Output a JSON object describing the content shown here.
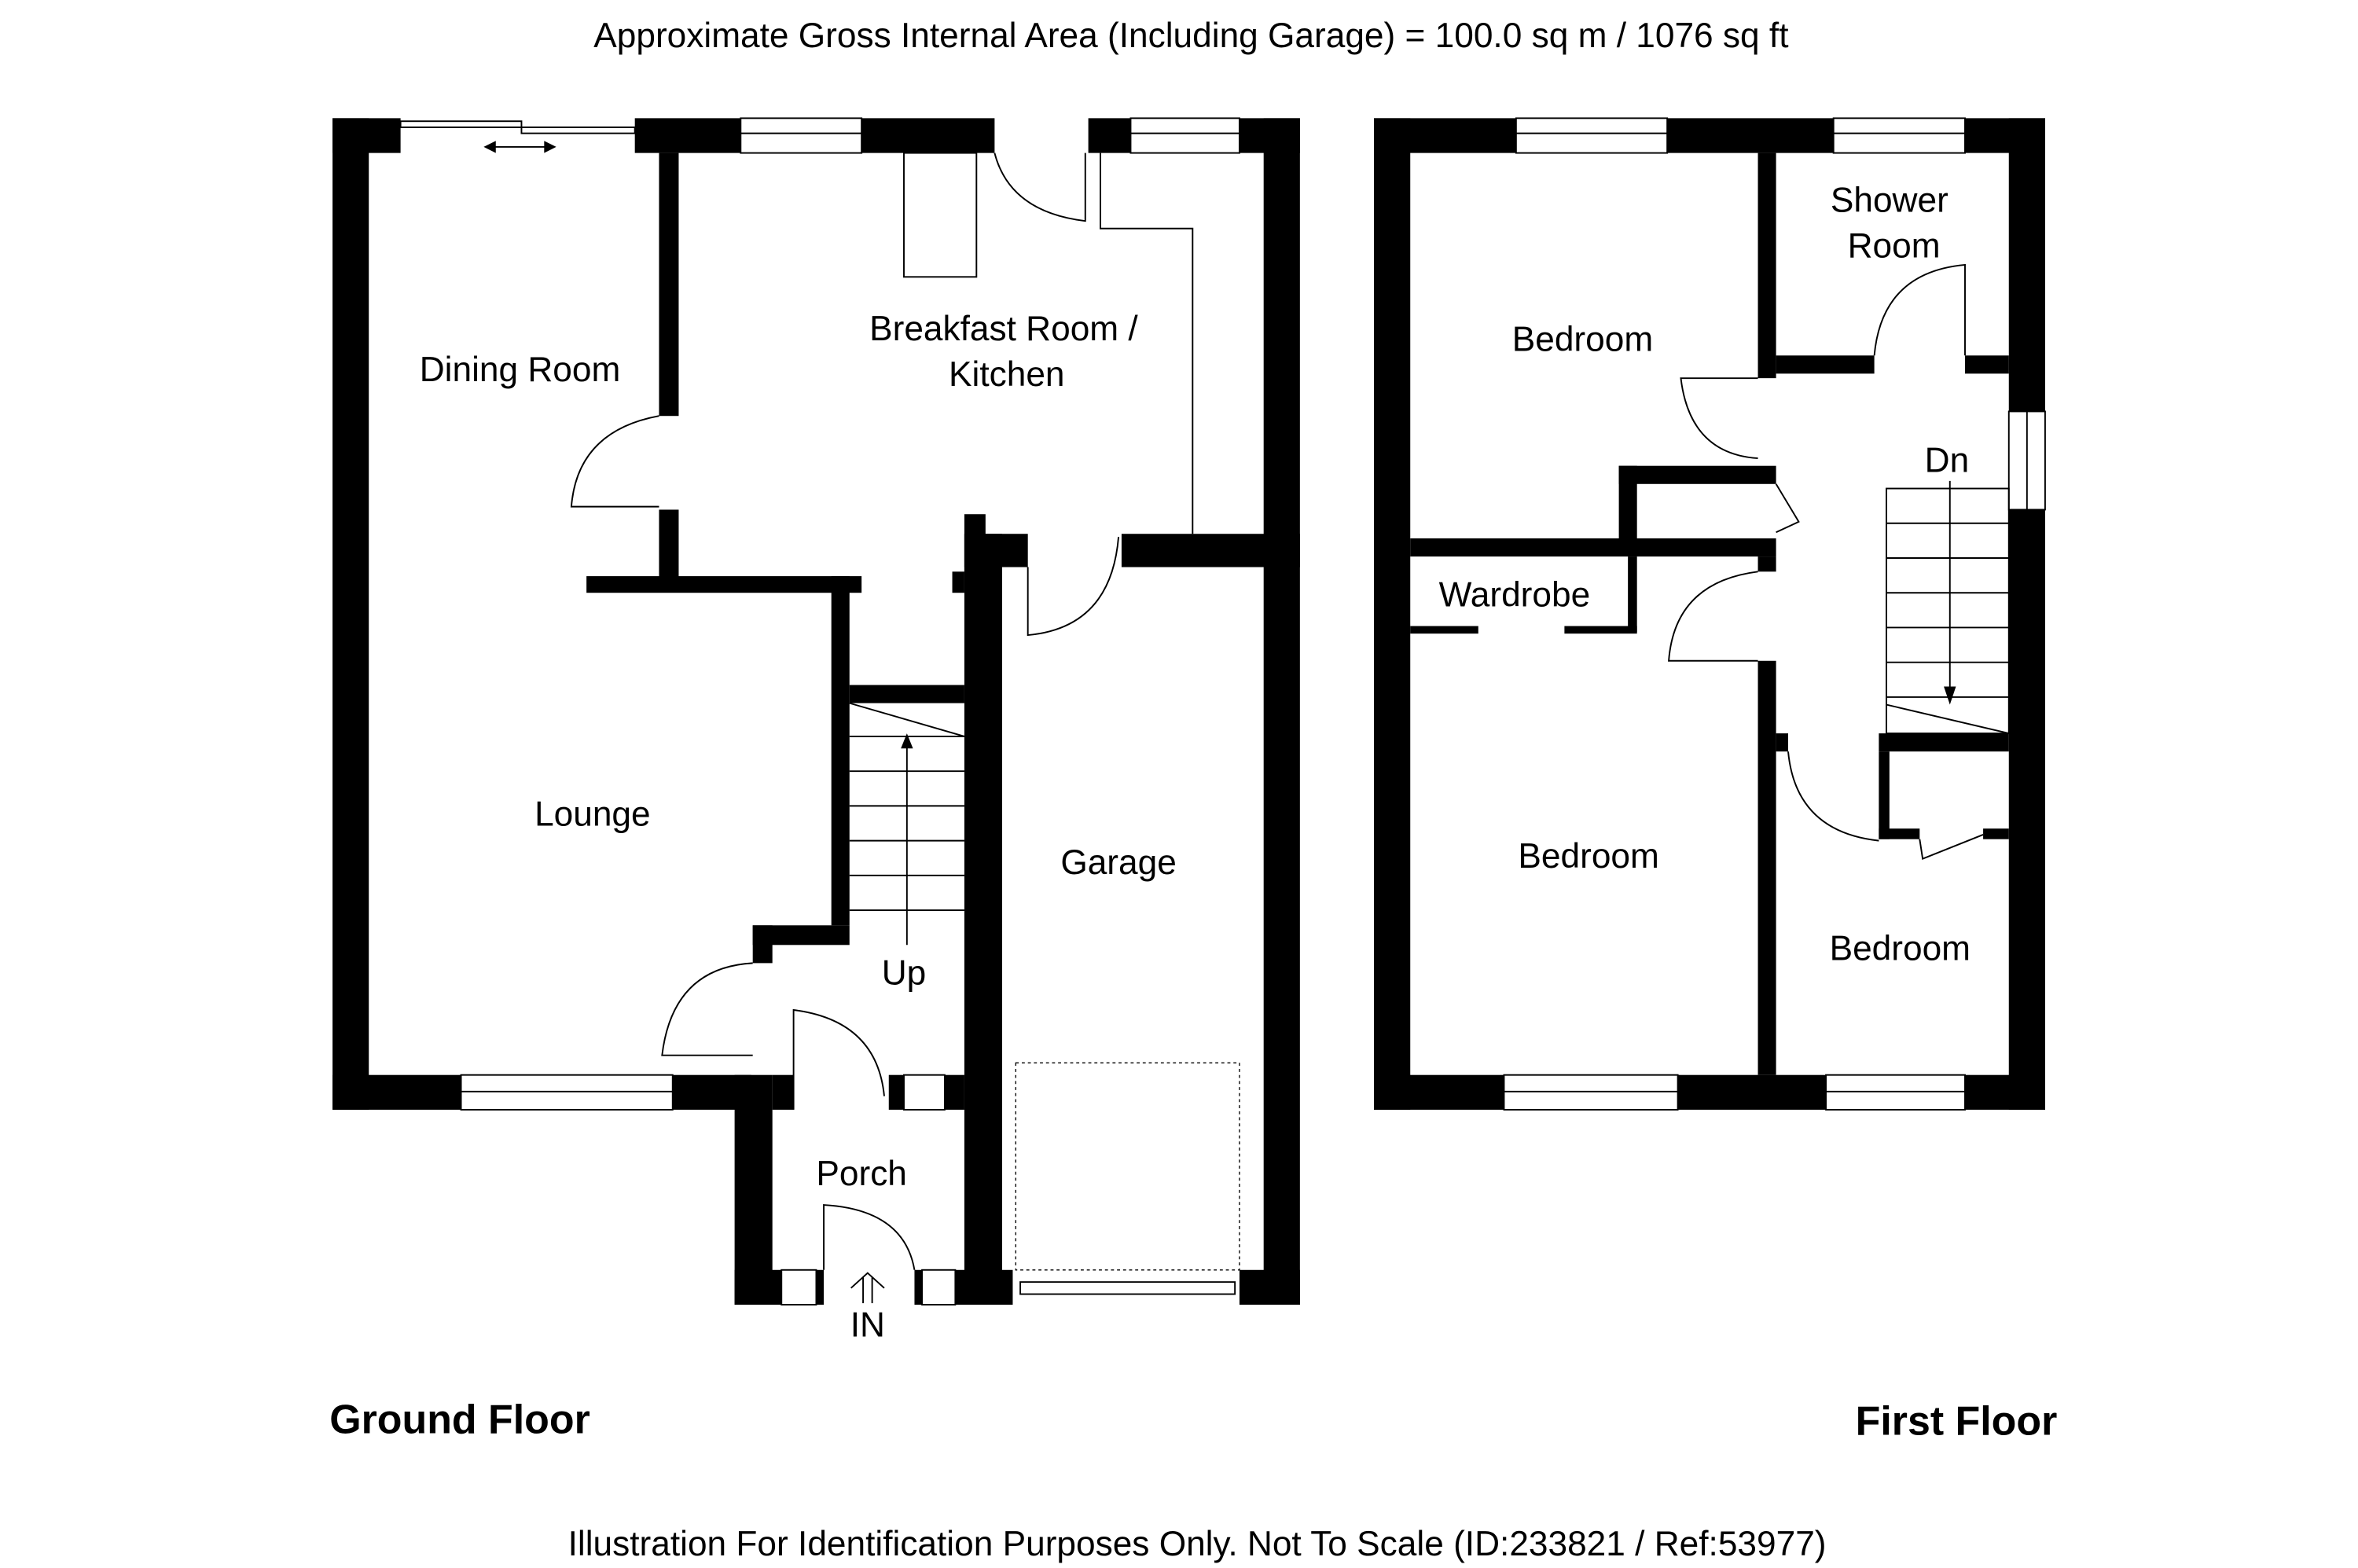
{
  "header": {
    "title": "Approximate Gross Internal Area (Including Garage) = 100.0 sq m / 1076 sq ft"
  },
  "footer": {
    "note": "Illustration For Identification Purposes Only. Not To Scale (ID:233821 / Ref:53977)"
  },
  "ground_floor": {
    "label": "Ground Floor",
    "rooms": {
      "dining": "Dining Room",
      "kitchen_line1": "Breakfast Room /",
      "kitchen_line2": "Kitchen",
      "lounge": "Lounge",
      "garage": "Garage",
      "porch": "Porch"
    },
    "stairs_label": "Up",
    "entrance_label": "IN"
  },
  "first_floor": {
    "label": "First Floor",
    "rooms": {
      "bedroom1": "Bedroom",
      "shower_line1": "Shower",
      "shower_line2": "Room",
      "wardrobe": "Wardrobe",
      "bedroom2": "Bedroom",
      "bedroom3": "Bedroom"
    },
    "stairs_label": "Dn"
  }
}
